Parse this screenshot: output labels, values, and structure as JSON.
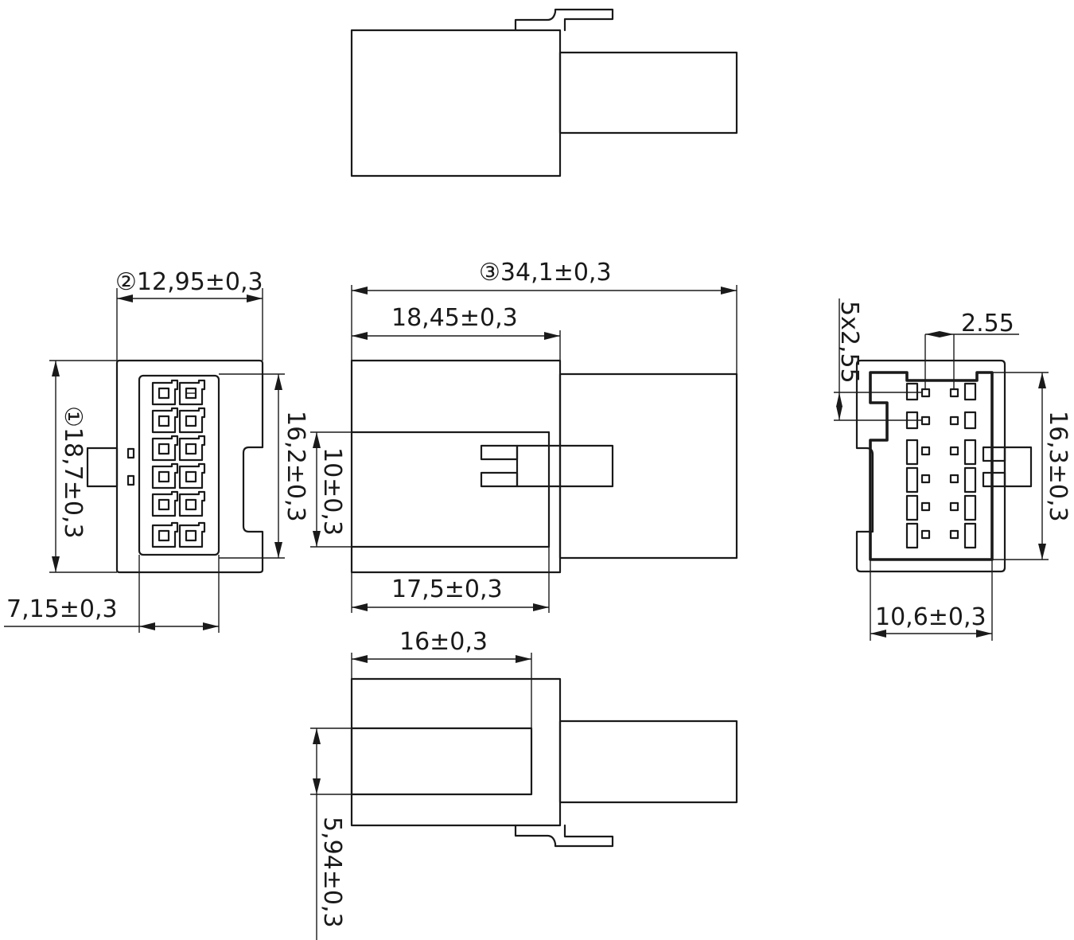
{
  "dimensions": {
    "d1": "①18,7±0,3",
    "d2": "②12,95±0,3",
    "d3": "③34,1±0,3",
    "d_16_2": "16,2±0,3",
    "d_7_15": "7,15±0,3",
    "d_10": "10±0,3",
    "d_18_45": "18,45±0,3",
    "d_17_5": "17,5±0,3",
    "d_16": "16±0,3",
    "d_5_94": "5,94±0,3",
    "d_5x2_55": "5x2,55",
    "d_2_55": "2.55",
    "d_16_3": "16,3±0,3",
    "d_10_6": "10,6±0,3"
  },
  "colors": {
    "line": "#1a1a1a",
    "background": "#ffffff"
  }
}
